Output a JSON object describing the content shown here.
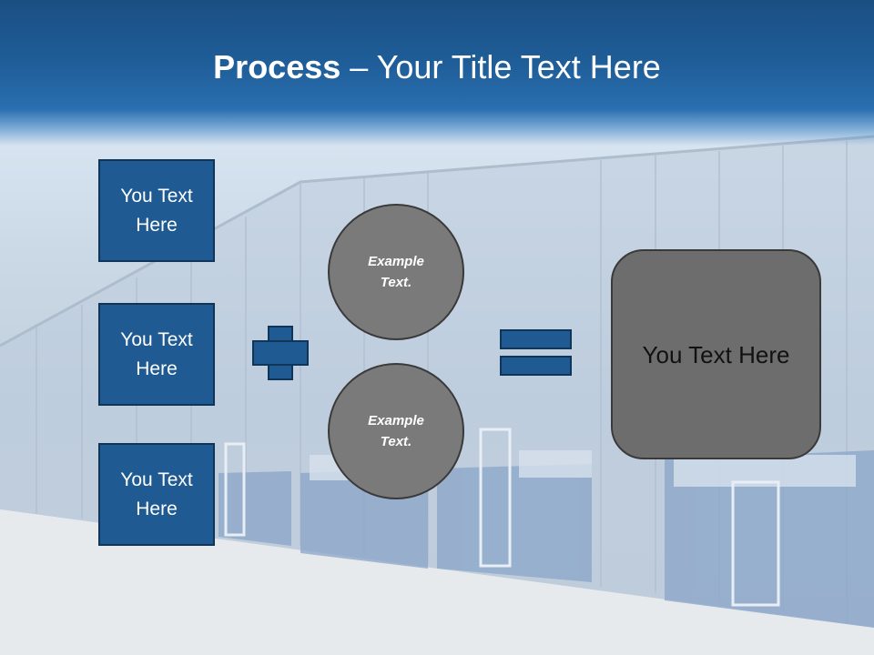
{
  "title": {
    "bold": "Process",
    "rest": " – Your Title Text Here"
  },
  "left_boxes": [
    "You Text Here",
    "You Text Here",
    "You Text Here"
  ],
  "circles": [
    "Example Text.",
    "Example Text."
  ],
  "result": "You Text Here",
  "colors": {
    "header": "#1f5e99",
    "box": "#1f5a92",
    "circle": "#7a7a7a",
    "result": "#6d6d6d"
  },
  "icons": {
    "plus": "plus-icon",
    "equals": "equals-icon"
  }
}
